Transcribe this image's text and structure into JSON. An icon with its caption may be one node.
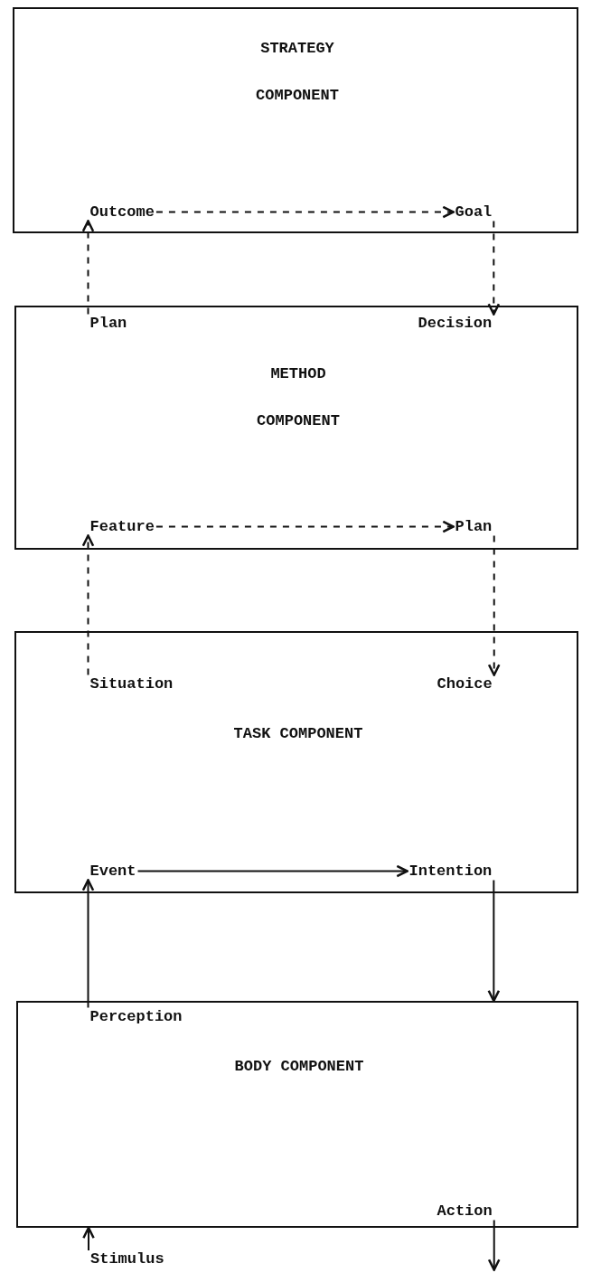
{
  "diagram": {
    "nodes": [
      {
        "text": [
          "STRATEGY COMPONENT"
        ]
      },
      {
        "text": [
          "Outcome"
        ],
        "in": 0
      },
      {
        "text": [
          "Goal"
        ],
        "in": 0
      },
      {
        "text": [
          "METHOD COMPONENT"
        ]
      },
      {
        "text": [
          "Plan"
        ],
        "in": 3
      },
      {
        "text": [
          "Decision"
        ],
        "in": 3
      },
      {
        "text": [
          "Feature"
        ],
        "in": 3
      },
      {
        "text": [
          "Plan"
        ],
        "in": 3
      },
      {
        "text": [
          "TASK COMPONENT"
        ]
      },
      {
        "text": [
          "Situation"
        ],
        "in": 8
      },
      {
        "text": [
          "Choice"
        ],
        "in": 8
      },
      {
        "text": [
          "Event"
        ],
        "in": 8
      },
      {
        "text": [
          "Intention"
        ],
        "in": 8
      },
      {
        "text": [
          "BODY COMPONENT"
        ]
      },
      {
        "text": [
          "Perception"
        ],
        "in": 13
      },
      {
        "text": [
          "Action"
        ],
        "in": 13
      },
      {
        "text": [
          "Stimulus"
        ]
      }
    ],
    "edges": [
      {
        "from": 1,
        "to": 2,
        "arrow": "to",
        "style": "dashed"
      },
      {
        "from": 2,
        "to": 5,
        "arrow": "to",
        "style": "dashed"
      },
      {
        "from": 4,
        "to": 1,
        "arrow": "to",
        "style": "dashed"
      },
      {
        "from": 6,
        "to": 7,
        "arrow": "to",
        "style": "dashed"
      },
      {
        "from": 7,
        "to": 10,
        "arrow": "to",
        "style": "dashed"
      },
      {
        "from": 9,
        "to": 6,
        "arrow": "to",
        "style": "dashed"
      },
      {
        "from": 11,
        "to": 12,
        "arrow": "to"
      },
      {
        "from": 12,
        "to": 13,
        "arrow": "to"
      },
      {
        "from": 14,
        "to": 11,
        "arrow": "to"
      },
      {
        "from": 16,
        "to": 13,
        "arrow": "to"
      },
      {
        "from": 15,
        "to": null,
        "arrow": "to"
      }
    ]
  }
}
